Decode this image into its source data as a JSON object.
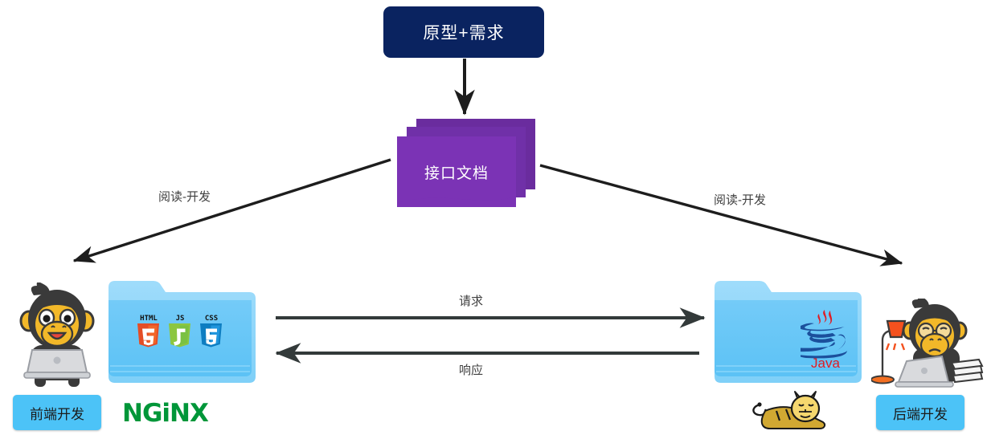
{
  "diagram": {
    "title_node": {
      "label": "原型+需求",
      "color": "#0a2360",
      "text_color": "#ffffff"
    },
    "doc_node": {
      "label": "接口文档",
      "color": "#7030a8",
      "text_color": "#ffffff",
      "icon": "document-stack-icon"
    },
    "edges": [
      {
        "name": "proto-to-doc",
        "label": "",
        "direction": "down"
      },
      {
        "name": "doc-to-frontend",
        "label": "阅读-开发",
        "direction": "down-left"
      },
      {
        "name": "doc-to-backend",
        "label": "阅读-开发",
        "direction": "down-right"
      },
      {
        "name": "frontend-to-backend",
        "label": "请求",
        "direction": "right"
      },
      {
        "name": "backend-to-frontend",
        "label": "响应",
        "direction": "left"
      }
    ],
    "left_group": {
      "role_label": "前端开发",
      "role_color": "#4cc3f7",
      "folder_icon": "frontend-folder-icon",
      "folder_color": "#6fcdf7",
      "tech_badges": [
        {
          "name": "HTML",
          "numeral": "5",
          "color": "#e44d26"
        },
        {
          "name": "JS",
          "numeral": "J",
          "color": "#7ac143"
        },
        {
          "name": "CSS",
          "numeral": "3",
          "color": "#0d7dc1"
        }
      ],
      "server_logo": {
        "text": "NGINX",
        "color": "#009639",
        "icon": "nginx-logo-icon"
      },
      "character": "monkey-with-laptop-icon"
    },
    "right_group": {
      "role_label": "后端开发",
      "role_color": "#4cc3f7",
      "folder_icon": "backend-folder-icon",
      "folder_color": "#6fcdf7",
      "tech_logo": {
        "text": "Java",
        "color": "#e01b22",
        "cup_color": "#1b4f9c",
        "icon": "java-logo-icon"
      },
      "server_logo": {
        "text": "",
        "color": "#d1a832",
        "icon": "tomcat-cat-icon"
      },
      "character": "monkey-with-desk-lamp-icon"
    }
  }
}
